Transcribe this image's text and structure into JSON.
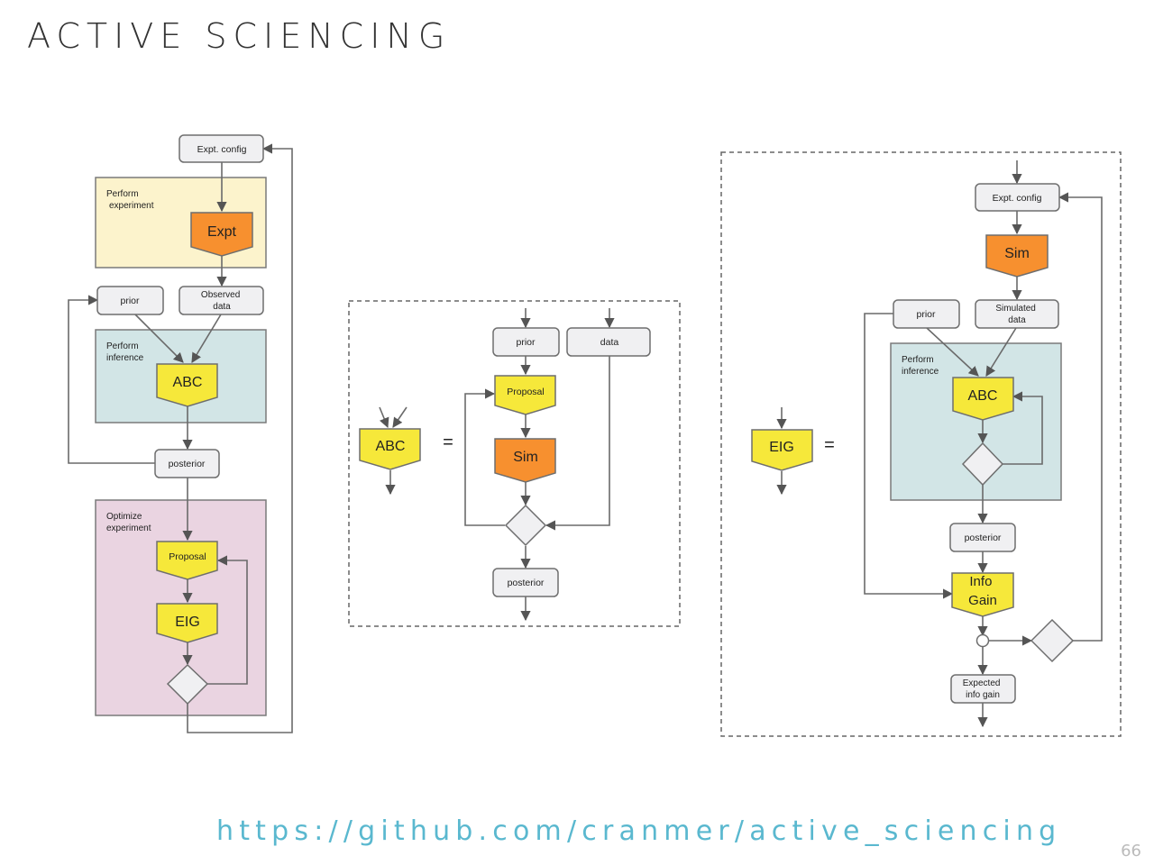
{
  "slide": {
    "title": "ACTIVE SCIENCING",
    "url": "https://github.com/cranmer/active_sciencing",
    "page_number": "66"
  },
  "colors": {
    "yellow_node": "#f6e83a",
    "orange_node": "#f7902f",
    "experiment_region": "#fcf3cc",
    "inference_region": "#d2e5e6",
    "optimize_region": "#ead4e1",
    "box_fill": "#f0f0f2",
    "url_color": "#5ab8cf"
  },
  "left": {
    "expt_config": "Expt. config",
    "perform_experiment": [
      "Perform",
      "experiment"
    ],
    "expt": "Expt",
    "prior": "prior",
    "observed_data": [
      "Observed",
      "data"
    ],
    "perform_inference": [
      "Perform",
      "inference"
    ],
    "abc": "ABC",
    "posterior": "posterior",
    "optimize_experiment": [
      "Optimize",
      "experiment"
    ],
    "proposal": "Proposal",
    "eig": "EIG"
  },
  "middle": {
    "abc": "ABC",
    "equals": "=",
    "prior": "prior",
    "data": "data",
    "proposal": "Proposal",
    "sim": "Sim",
    "posterior": "posterior"
  },
  "right": {
    "eig": "EIG",
    "equals": "=",
    "expt_config": "Expt. config",
    "sim": "Sim",
    "prior": "prior",
    "simulated_data": [
      "Simulated",
      "data"
    ],
    "perform_inference": [
      "Perform",
      "inference"
    ],
    "abc": "ABC",
    "posterior": "posterior",
    "info_gain": [
      "Info",
      "Gain"
    ],
    "expected_info_gain": [
      "Expected",
      "info gain"
    ]
  }
}
